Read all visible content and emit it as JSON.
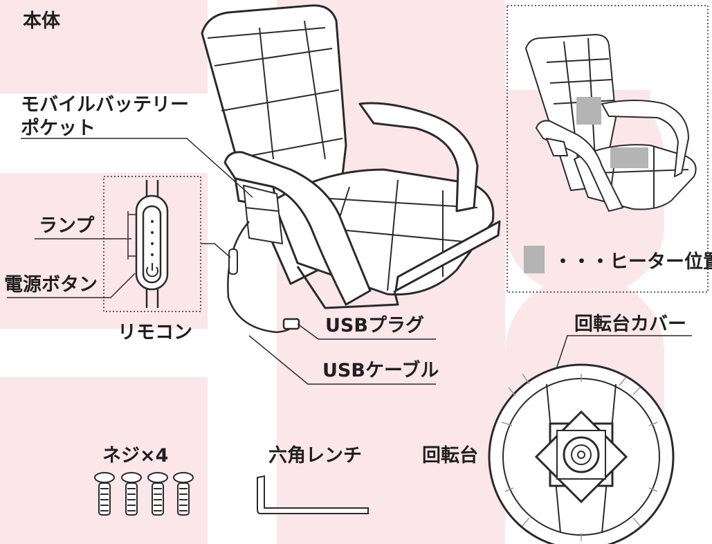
{
  "labels": {
    "main_body": "本体",
    "mobile_pocket_line1": "モバイルバッテリー",
    "mobile_pocket_line2": "ポケット",
    "lamp": "ランプ",
    "power_button": "電源ボタン",
    "remote": "リモコン",
    "usb_plug": "USBプラグ",
    "usb_cable": "USBケーブル",
    "heater_legend": "・・・ヒーター位置",
    "swivel_cover": "回転台カバー",
    "swivel_base": "回転台",
    "screws": "ネジ×4",
    "hex_wrench": "六角レンチ"
  },
  "colors": {
    "background_pink": "#fbe6ea",
    "line": "#2a2a2a",
    "heater_gray": "#b4b4b4"
  },
  "icons": [
    "power-icon",
    "lamp-dot-icon"
  ]
}
